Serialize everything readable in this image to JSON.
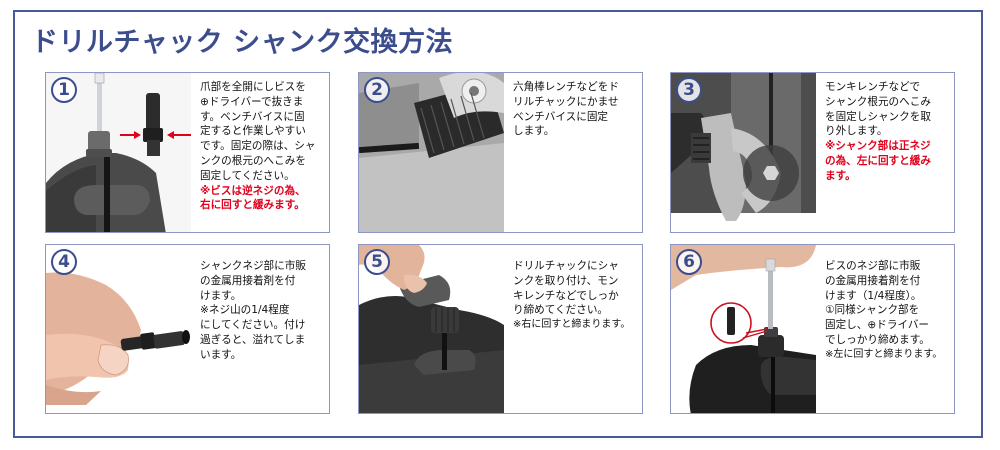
{
  "title": "ドリルチャック シャンク交換方法",
  "colors": {
    "frame": "#4a5a96",
    "title": "#3c4d8e",
    "panel_border": "#8d97c2",
    "warning_text": "#e0001b",
    "body_text": "#111111"
  },
  "steps": [
    {
      "number": "1",
      "image": "vise-holding-drill-chuck-with-screwdriver",
      "lines": [
        {
          "text": "爪部を全開にしビスを",
          "style": "normal"
        },
        {
          "text": "⊕ドライバーで抜きま",
          "style": "normal"
        },
        {
          "text": "す。ベンチバイスに固",
          "style": "normal"
        },
        {
          "text": "定すると作業しやすい",
          "style": "normal"
        },
        {
          "text": "です。固定の際は、シャ",
          "style": "normal"
        },
        {
          "text": "ンクの根元のへこみを",
          "style": "normal"
        },
        {
          "text": "固定してください。",
          "style": "normal"
        },
        {
          "text": "※ビスは逆ネジの為、",
          "style": "red"
        },
        {
          "text": "右に回すと緩みます。",
          "style": "red"
        }
      ]
    },
    {
      "number": "2",
      "image": "hex-wrench-in-drill-chuck-on-vise",
      "lines": [
        {
          "text": "六角棒レンチなどをド",
          "style": "normal"
        },
        {
          "text": "リルチャックにかませ",
          "style": "normal"
        },
        {
          "text": "ベンチバイスに固定",
          "style": "normal"
        },
        {
          "text": "します。",
          "style": "normal"
        }
      ]
    },
    {
      "number": "3",
      "image": "adjustable-wrench-on-shank-base",
      "lines": [
        {
          "text": "モンキレンチなどで",
          "style": "normal"
        },
        {
          "text": "シャンク根元のへこみ",
          "style": "normal"
        },
        {
          "text": "を固定しシャンクを取",
          "style": "normal"
        },
        {
          "text": "り外します。",
          "style": "normal"
        },
        {
          "text": "※シャンク部は正ネジ",
          "style": "red"
        },
        {
          "text": "の為、左に回すと緩み",
          "style": "red"
        },
        {
          "text": "ます。",
          "style": "red"
        }
      ]
    },
    {
      "number": "4",
      "image": "hand-holding-shank-screw",
      "lines": [
        {
          "text": "シャンクネジ部に市販",
          "style": "normal"
        },
        {
          "text": "の金属用接着剤を付",
          "style": "normal"
        },
        {
          "text": "けます。",
          "style": "normal"
        },
        {
          "text": "※ネジ山の1/4程度",
          "style": "normal"
        },
        {
          "text": "にしてください。付け",
          "style": "normal"
        },
        {
          "text": "過ぎると、溢れてしま",
          "style": "normal"
        },
        {
          "text": "います。",
          "style": "normal"
        }
      ]
    },
    {
      "number": "5",
      "image": "hand-tightening-with-wrench-on-vise",
      "lines": [
        {
          "text": "ドリルチャックにシャ",
          "style": "normal"
        },
        {
          "text": "ンクを取り付け、モン",
          "style": "normal"
        },
        {
          "text": "キレンチなどでしっか",
          "style": "normal"
        },
        {
          "text": "り締めてください。",
          "style": "normal"
        },
        {
          "text": "※右に回すと締まります。",
          "style": "normal"
        }
      ]
    },
    {
      "number": "6",
      "image": "screwdriver-inserting-screw-with-inset",
      "lines": [
        {
          "text": "ビスのネジ部に市販",
          "style": "normal"
        },
        {
          "text": "の金属用接着剤を付",
          "style": "normal"
        },
        {
          "text": "けます（1/4程度）。",
          "style": "normal"
        },
        {
          "text": "①同様シャンク部を",
          "style": "normal"
        },
        {
          "text": "固定し、⊕ドライバー",
          "style": "normal"
        },
        {
          "text": "でしっかり締めます。",
          "style": "normal"
        },
        {
          "text": "※左に回すと締まります。",
          "style": "normal"
        }
      ]
    }
  ]
}
